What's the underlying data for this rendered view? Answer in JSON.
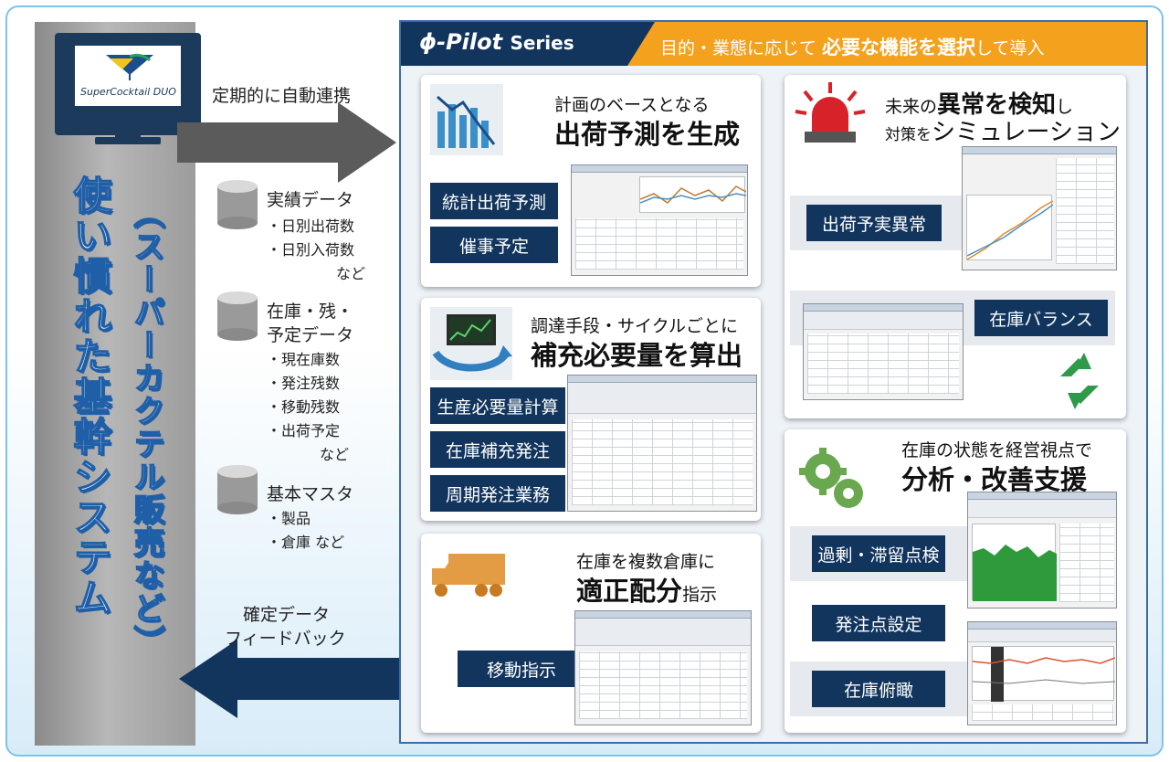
{
  "left": {
    "logo_text": "SuperCocktail DUO",
    "system_title": "使い慣れた基幹システム",
    "system_subtitle": "（スーパーカクテル販売など）",
    "arrow_top_label": "定期的に自動連携",
    "arrow_bottom_label_1": "確定データ",
    "arrow_bottom_label_2": "フィードバック",
    "databases": [
      {
        "title": "実績データ",
        "items": [
          "・日別出荷数",
          "・日別入荷数",
          "など"
        ]
      },
      {
        "title_1": "在庫・残・",
        "title_2": "予定データ",
        "items": [
          "・現在庫数",
          "・発注残数",
          "・移動残数",
          "・出荷予定",
          "など"
        ]
      },
      {
        "title": "基本マスタ",
        "items": [
          "・製品",
          "・倉庫 など"
        ]
      }
    ]
  },
  "panel": {
    "title": "ϕ-Pilot",
    "title_series": "Series",
    "tagline_a": "目的・業態に応じて",
    "tagline_b": "必要な機能を選択",
    "tagline_c": "して導入",
    "cards": {
      "forecast": {
        "head_1": "計画のベースとなる",
        "head_2": "出荷予測を生成",
        "buttons": [
          "統計出荷予測",
          "催事予定"
        ],
        "icon": "bar-chart-icon"
      },
      "replenish": {
        "head_1": "調達手段・サイクルごとに",
        "head_2": "補充必要量を算出",
        "buttons": [
          "生産必要量計算",
          "在庫補充発注",
          "周期発注業務"
        ],
        "icon": "monitor-cycle-icon"
      },
      "distribute": {
        "head_1": "在庫を複数倉庫に",
        "head_2": "適正配分",
        "head_2_suffix": "指示",
        "buttons": [
          "移動指示"
        ],
        "icon": "truck-icon"
      },
      "anomaly": {
        "head_1_a": "未来の",
        "head_1_b": "異常を検知",
        "head_1_c": "し",
        "head_2_a": "対策を",
        "head_2_b": "シミュレーション",
        "buttons": [
          "出荷予実異常",
          "在庫バランス"
        ],
        "icon": "alarm-light-icon",
        "icon_2": "recycle-arrows-icon"
      },
      "analysis": {
        "head_1": "在庫の状態を経営視点で",
        "head_2": "分析・改善支援",
        "buttons": [
          "過剰・滞留点検",
          "発注点設定",
          "在庫俯瞰"
        ],
        "icon": "gears-icon"
      }
    }
  },
  "colors": {
    "navy": "#12355e",
    "orange": "#f4a11d",
    "grey_tower": "#a8a8a8",
    "arrow": "#5b5b5b"
  }
}
